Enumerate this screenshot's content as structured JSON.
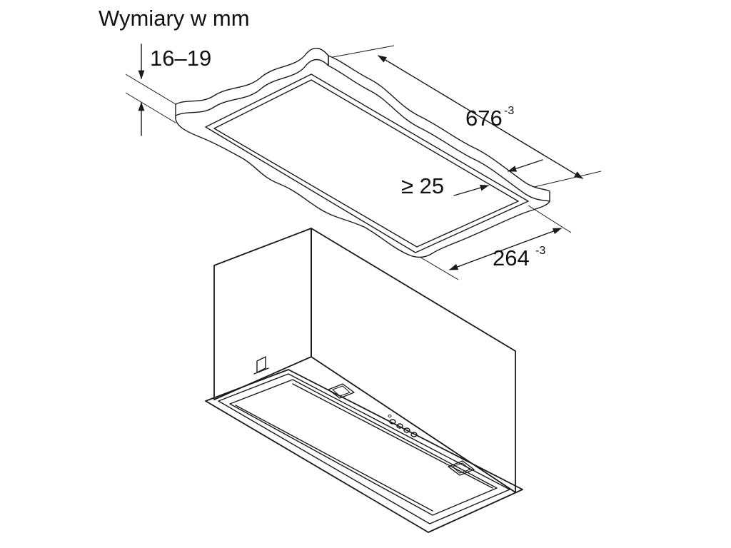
{
  "title": "Wymiary w mm",
  "dimensions": {
    "thickness": {
      "value": "16–19"
    },
    "length": {
      "value": "676",
      "tolerance": "-3"
    },
    "edge_distance": {
      "value": "≥ 25"
    },
    "width": {
      "value": "264",
      "tolerance": "-3"
    }
  },
  "colors": {
    "line": "#1a1a1a",
    "background": "#ffffff"
  }
}
